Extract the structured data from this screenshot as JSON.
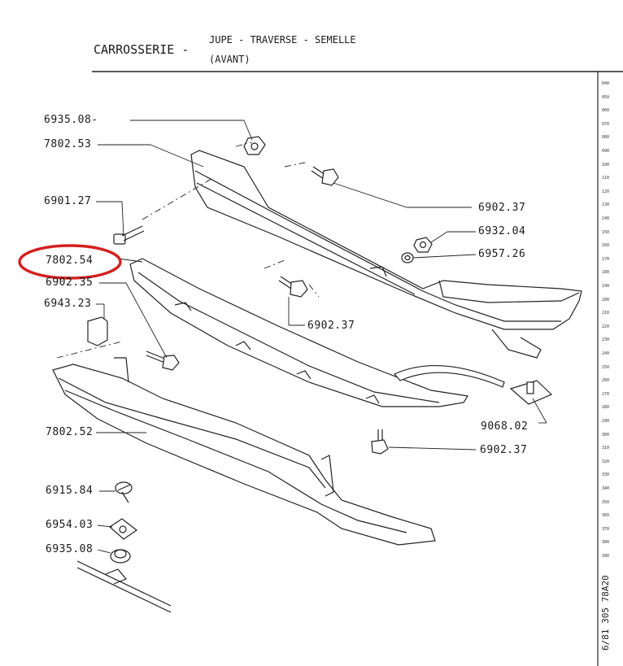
{
  "header": {
    "section": "CARROSSERIE -",
    "title_line1": "JUPE - TRAVERSE - SEMELLE",
    "title_line2": "(AVANT)"
  },
  "labels": [
    {
      "key": "l1",
      "text": "6935.08-"
    },
    {
      "key": "l2",
      "text": "7802.53"
    },
    {
      "key": "l3",
      "text": "6901.27"
    },
    {
      "key": "l4",
      "text": "7802.54"
    },
    {
      "key": "l5",
      "text": "6902.35"
    },
    {
      "key": "l6",
      "text": "6943.23"
    },
    {
      "key": "l7",
      "text": "7802.52"
    },
    {
      "key": "l8",
      "text": "6915.84"
    },
    {
      "key": "l9",
      "text": "6954.03"
    },
    {
      "key": "l10",
      "text": "6935.08"
    },
    {
      "key": "r1",
      "text": "6902.37"
    },
    {
      "key": "r2",
      "text": "6932.04"
    },
    {
      "key": "r3",
      "text": "6957.26"
    },
    {
      "key": "r4",
      "text": "6902.37"
    },
    {
      "key": "r5",
      "text": "9068.02"
    },
    {
      "key": "r6",
      "text": "6902.37"
    }
  ],
  "highlight": {
    "part": "7802.54",
    "color": "#d42020"
  },
  "ruler_ticks": [
    "040",
    "050",
    "060",
    "070",
    "080",
    "090",
    "100",
    "110",
    "120",
    "130",
    "140",
    "150",
    "160",
    "170",
    "180",
    "190",
    "200",
    "210",
    "220",
    "230",
    "240",
    "250",
    "260",
    "270",
    "280",
    "290",
    "300",
    "310",
    "320",
    "330",
    "340",
    "350",
    "360",
    "370",
    "380",
    "390"
  ],
  "page_code": "6/81 305 78A20"
}
